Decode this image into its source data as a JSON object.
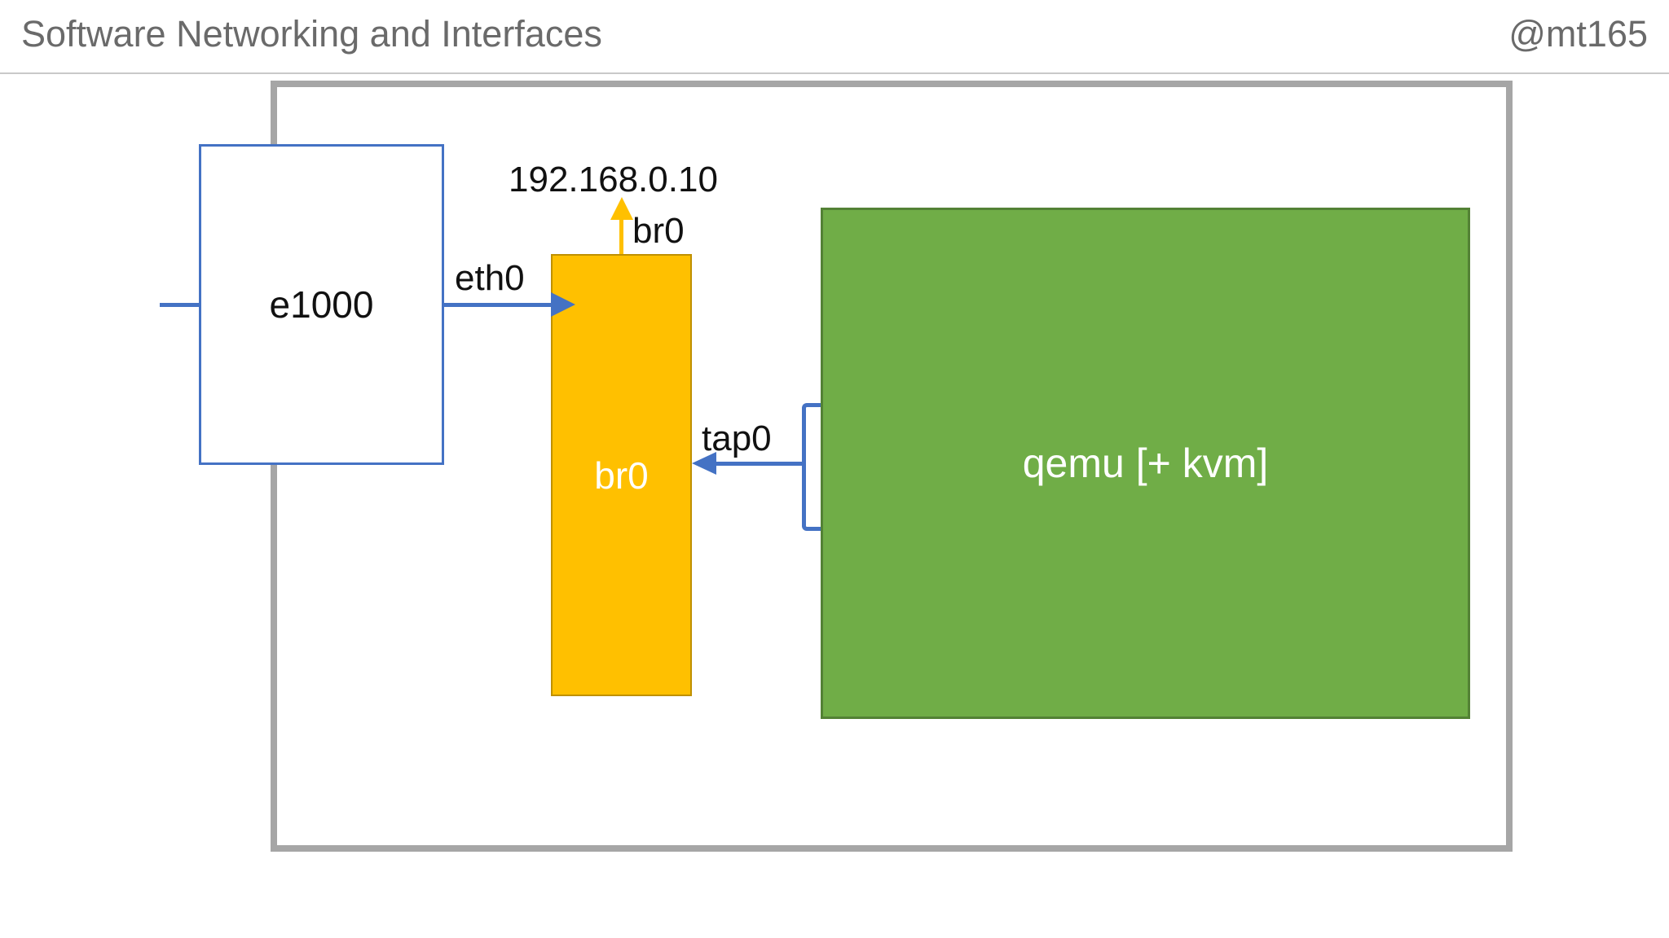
{
  "header": {
    "title": "Software Networking and Interfaces",
    "handle": "@mt165"
  },
  "diagram": {
    "nic_box": {
      "label": "e1000"
    },
    "bridge_box": {
      "label": "br0"
    },
    "vm_box": {
      "label": "qemu [+ kvm]"
    },
    "ip_label": "192.168.0.10",
    "bridge_port_label": "br0",
    "eth_label": "eth0",
    "tap_label": "tap0"
  },
  "colors": {
    "blue": "#4472C4",
    "orange": "#FFC000",
    "orange_border": "#BF9000",
    "green": "#70AD47",
    "green_border": "#538135",
    "host_border": "#A6A6A6",
    "divider": "#C9C9C9",
    "header_text": "#6A6A6A"
  }
}
